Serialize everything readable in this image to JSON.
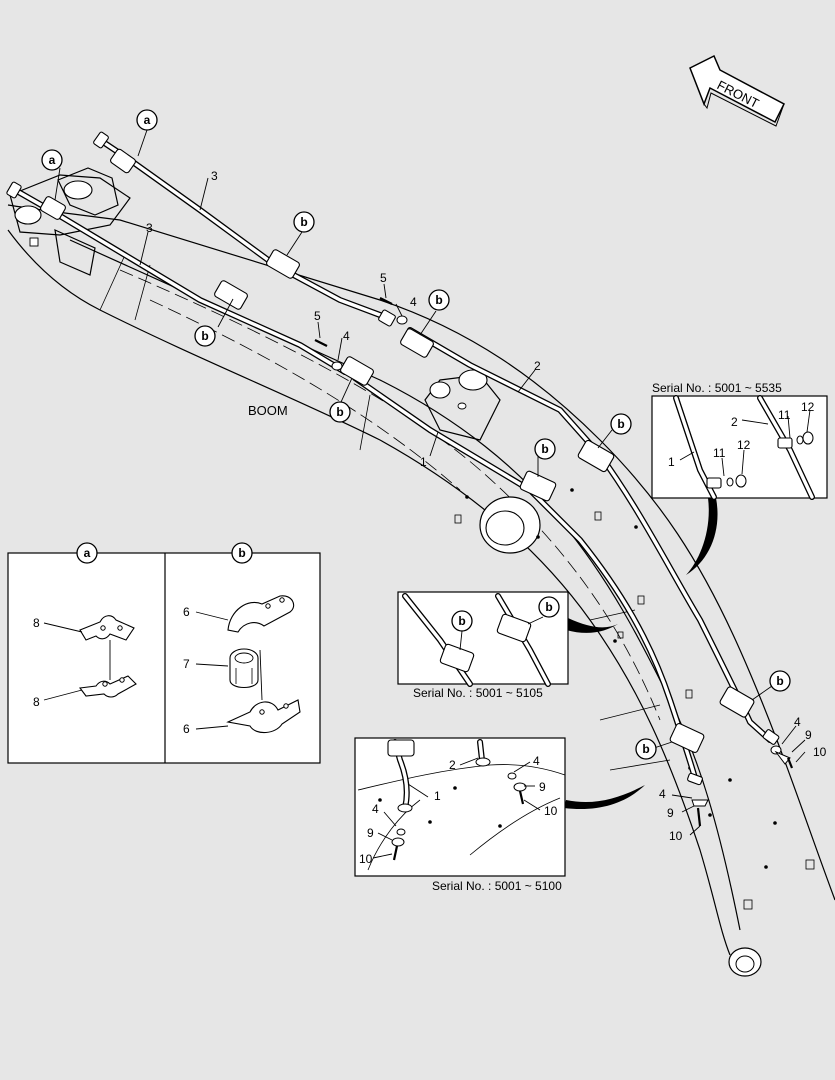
{
  "labels": {
    "front": "FRONT",
    "boom": "BOOM",
    "serial_5535": "Serial No. : 5001 ~ 5535",
    "serial_5105": "Serial No. : 5001 ~ 5105",
    "serial_5100": "Serial No. : 5001 ~ 5100"
  },
  "callouts": {
    "a": "a",
    "b": "b"
  },
  "parts": {
    "p1": "1",
    "p2": "2",
    "p3": "3",
    "p4": "4",
    "p5": "5",
    "p6": "6",
    "p7": "7",
    "p8": "8",
    "p9": "9",
    "p10": "10",
    "p11": "11",
    "p12": "12"
  }
}
